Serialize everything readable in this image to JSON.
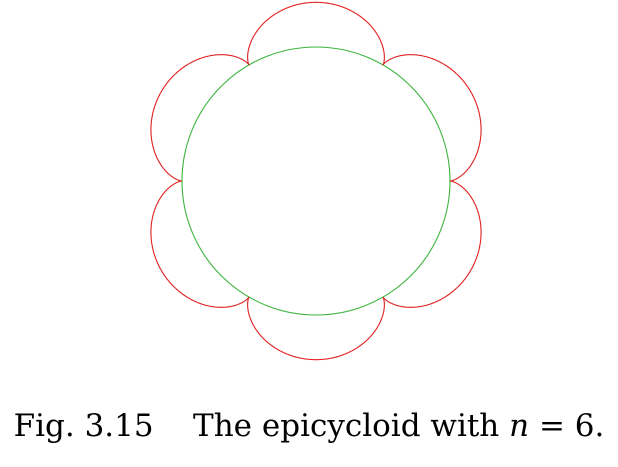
{
  "figure": {
    "type": "epicycloid",
    "n": 6,
    "colors": {
      "fixed_circle": "#3cb43c",
      "epicycloid": "#e02020"
    }
  },
  "caption": {
    "label": "Fig. 3.15",
    "text": "The epicycloid with ",
    "var": "n",
    "rest": " = 6."
  }
}
